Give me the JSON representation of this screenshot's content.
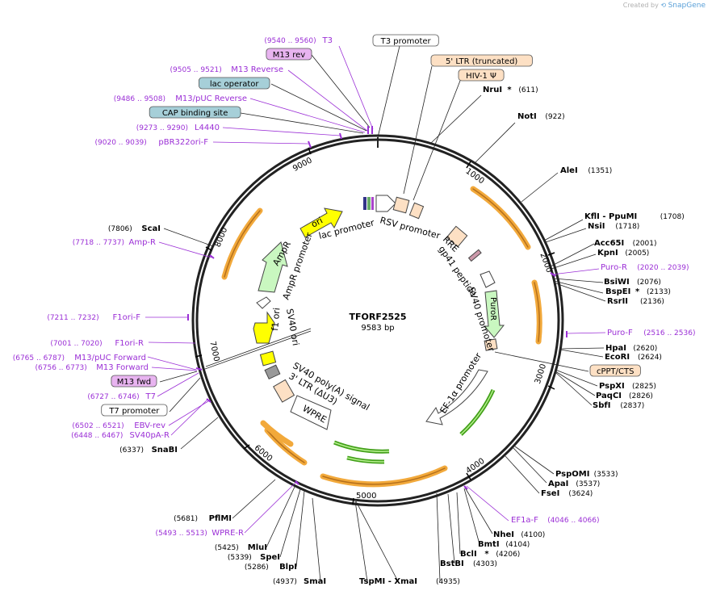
{
  "credit": {
    "prefix": "Created by",
    "brand": "SnapGene"
  },
  "plasmid": {
    "name": "TFORF2525",
    "size_label": "9583 bp"
  },
  "colors": {
    "ring": "#222222",
    "enzyme": "#000000",
    "primer": "#9b2fd6",
    "orange": "#f2a93b",
    "green": "#43a01a",
    "yellow": "#ffff00",
    "feature_peach": "#fde0c4",
    "feature_green": "#c9f7c0",
    "box_blue": "#a6cfd8",
    "box_purple": "#e8b4f0"
  },
  "ticks": [
    "1000",
    "2000",
    "3000",
    "4000",
    "5000",
    "6000",
    "7000",
    "8000",
    "9000"
  ],
  "right_labels": [
    {
      "name": "NruI",
      "star": true,
      "pos": "(611)"
    },
    {
      "name": "NotI",
      "pos": "(922)"
    },
    {
      "name": "AleI",
      "pos": "(1351)"
    },
    {
      "name": "KflI  - PpuMI",
      "pos": "(1708)"
    },
    {
      "name": "NsiI",
      "pos": "(1718)"
    },
    {
      "name": "Acc65I",
      "pos": "(2001)"
    },
    {
      "name": "KpnI",
      "pos": "(2005)"
    },
    {
      "name": "Puro-R",
      "pos": "(2020 .. 2039)",
      "primer": true
    },
    {
      "name": "BsiWI",
      "pos": "(2076)"
    },
    {
      "name": "BspEI",
      "star": true,
      "pos": "(2133)"
    },
    {
      "name": "RsrII",
      "pos": "(2136)"
    },
    {
      "name": "Puro-F",
      "pos": "(2516 .. 2536)",
      "primer": true
    },
    {
      "name": "HpaI",
      "pos": "(2620)"
    },
    {
      "name": "EcoRI",
      "pos": "(2624)"
    },
    {
      "name": "cPPT/CTS",
      "box": true
    },
    {
      "name": "PspXI",
      "pos": "(2825)"
    },
    {
      "name": "PaqCI",
      "pos": "(2826)"
    },
    {
      "name": "SbfI",
      "pos": "(2837)"
    },
    {
      "name": "PspOMI",
      "pos": "(3533)"
    },
    {
      "name": "ApaI",
      "pos": "(3537)"
    },
    {
      "name": "FseI",
      "pos": "(3624)"
    },
    {
      "name": "EF1a-F",
      "pos": "(4046 .. 4066)",
      "primer": true
    },
    {
      "name": "NheI",
      "pos": "(4100)"
    },
    {
      "name": "BmtI",
      "pos": "(4104)"
    },
    {
      "name": "BclI",
      "star": true,
      "pos": "(4206)"
    },
    {
      "name": "BstBI",
      "pos": "(4303)"
    }
  ],
  "bottom_labels": [
    {
      "name": "SmaI",
      "pos": "(4937)"
    },
    {
      "name": "TspMI  - XmaI",
      "pos": "(4935)"
    }
  ],
  "left_labels": [
    {
      "name": "PflMI",
      "pos": "(5681)"
    },
    {
      "name": "WPRE-R",
      "pos": "(5493 .. 5513)",
      "primer": true
    },
    {
      "name": "MluI",
      "pos": "(5425)"
    },
    {
      "name": "SpeI",
      "pos": "(5339)"
    },
    {
      "name": "BlpI",
      "pos": "(5286)"
    },
    {
      "name": "SnaBI",
      "pos": "(6337)"
    },
    {
      "name": "SV40pA-R",
      "pos": "(6448 .. 6467)",
      "primer": true
    },
    {
      "name": "EBV-rev",
      "pos": "(6502 .. 6521)",
      "primer": true
    },
    {
      "name": "T7 promoter",
      "box": true
    },
    {
      "name": "T7",
      "pos": "(6727 .. 6746)",
      "primer": true
    },
    {
      "name": "M13 fwd",
      "box": true
    },
    {
      "name": "M13 Forward",
      "pos": "(6756 .. 6773)",
      "primer": true
    },
    {
      "name": "M13/pUC Forward",
      "pos": "(6765 .. 6787)",
      "primer": true
    },
    {
      "name": "F1ori-R",
      "pos": "(7001 .. 7020)",
      "primer": true
    },
    {
      "name": "F1ori-F",
      "pos": "(7211 .. 7232)",
      "primer": true
    },
    {
      "name": "Amp-R",
      "pos": "(7718 .. 7737)",
      "primer": true
    },
    {
      "name": "ScaI",
      "pos": "(7806)"
    },
    {
      "name": "pBR322ori-F",
      "pos": "(9020 .. 9039)",
      "primer": true
    },
    {
      "name": "L4440",
      "pos": "(9273 .. 9290)",
      "primer": true
    },
    {
      "name": "CAP binding site",
      "box": true
    },
    {
      "name": "M13/pUC Reverse",
      "pos": "(9486 .. 9508)",
      "primer": true
    },
    {
      "name": "lac operator",
      "box": true
    },
    {
      "name": "M13 Reverse",
      "pos": "(9505 .. 9521)",
      "primer": true
    },
    {
      "name": "M13 rev",
      "box": true
    },
    {
      "name": "T3",
      "pos": "(9540 .. 9560)",
      "primer": true
    }
  ],
  "top_boxes": [
    {
      "name": "T3 promoter"
    },
    {
      "name": "5' LTR (truncated)"
    },
    {
      "name": "HIV-1 Ψ"
    }
  ],
  "inner_labels": [
    "RSV promoter",
    "lac promoter",
    "ori",
    "AmpR promoter",
    "AmpR",
    "f1 ori",
    "SV40 ori",
    "SV40 poly(A) signal",
    "3' LTR (ΔU3)",
    "WPRE",
    "EF-1α promoter",
    "PuroR",
    "SV40 promoter",
    "gp41 peptide",
    "RRE"
  ]
}
